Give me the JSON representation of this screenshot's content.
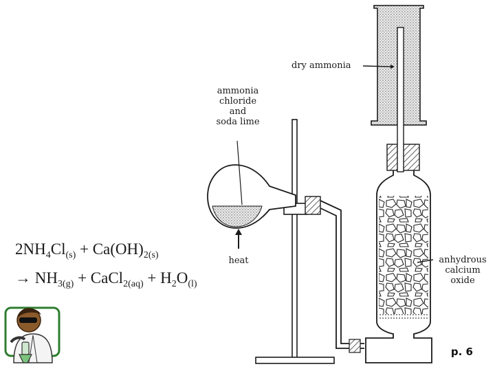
{
  "labels": {
    "dry_ammonia": "dry ammonia",
    "reagents_line1": "ammonia",
    "reagents_line2": "chloride",
    "reagents_line3": "and",
    "reagents_line4": "soda lime",
    "heat": "heat",
    "desiccant_line1": "anhydrous",
    "desiccant_line2": "calcium",
    "desiccant_line3": "oxide"
  },
  "equation": {
    "line1": [
      {
        "t": "2NH"
      },
      {
        "s": "4"
      },
      {
        "t": "Cl"
      },
      {
        "s": "(s)"
      },
      {
        "t": " + Ca(OH)"
      },
      {
        "s": "2(s)"
      }
    ],
    "line2": [
      {
        "t": "→ NH"
      },
      {
        "s": "3(g)"
      },
      {
        "t": " + CaCl"
      },
      {
        "s": "2(aq)"
      },
      {
        "t": " + H"
      },
      {
        "s": "2"
      },
      {
        "t": "O"
      },
      {
        "s": "(l)"
      }
    ]
  },
  "page_number": "p. 6",
  "colors": {
    "ink": "#1a1a1a",
    "cylinder_fill": "#d4d4d4",
    "flask_fill": "#cfcfcf",
    "icon_frame": "#2f7d2f",
    "icon_bg": "#ffffff"
  }
}
